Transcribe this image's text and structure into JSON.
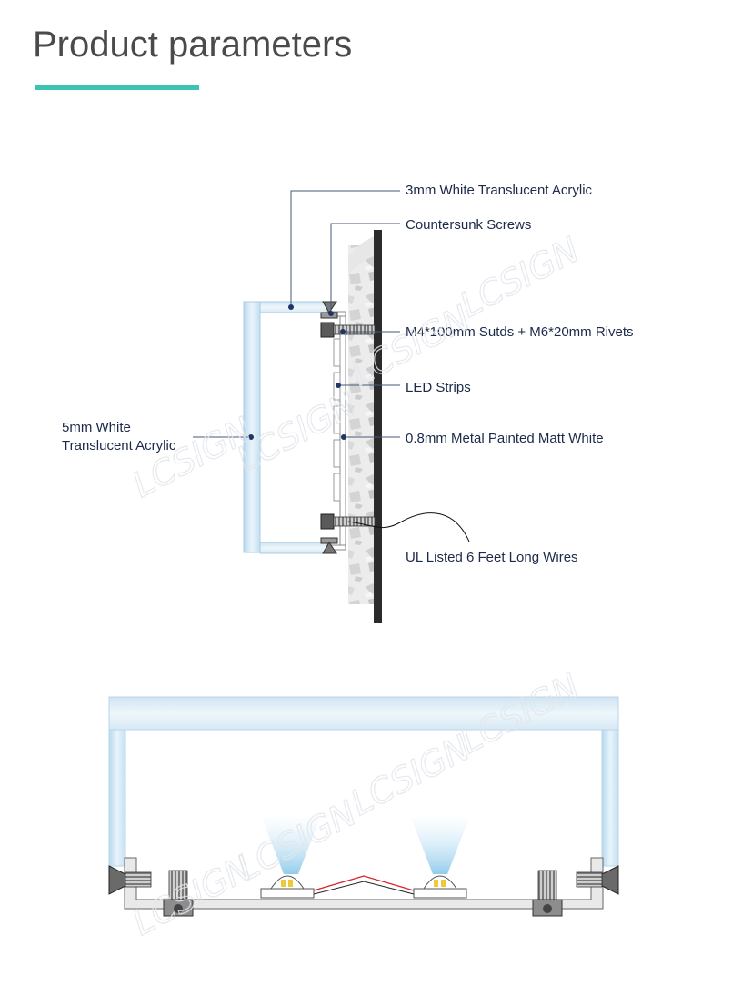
{
  "header": {
    "title": "Product parameters",
    "accent_color": "#3cc3b4"
  },
  "side_section": {
    "labels": {
      "top_acrylic": "3mm White Translucent Acrylic",
      "screws": "Countersunk Screws",
      "studs": "M4*100mm Sutds + M6*20mm Rivets",
      "led": "LED Strips",
      "metal": "0.8mm Metal Painted Matt White",
      "wires": "UL Listed 6 Feet Long Wires",
      "face_acrylic_line1": "5mm White",
      "face_acrylic_line2": "Translucent Acrylic"
    }
  },
  "watermark": {
    "text": "LCSIGN"
  },
  "colors": {
    "label_text": "#1c2a4a",
    "leader_line": "#4a5a7a",
    "acrylic": "#d6e9f5",
    "wire": "#d9242b"
  }
}
